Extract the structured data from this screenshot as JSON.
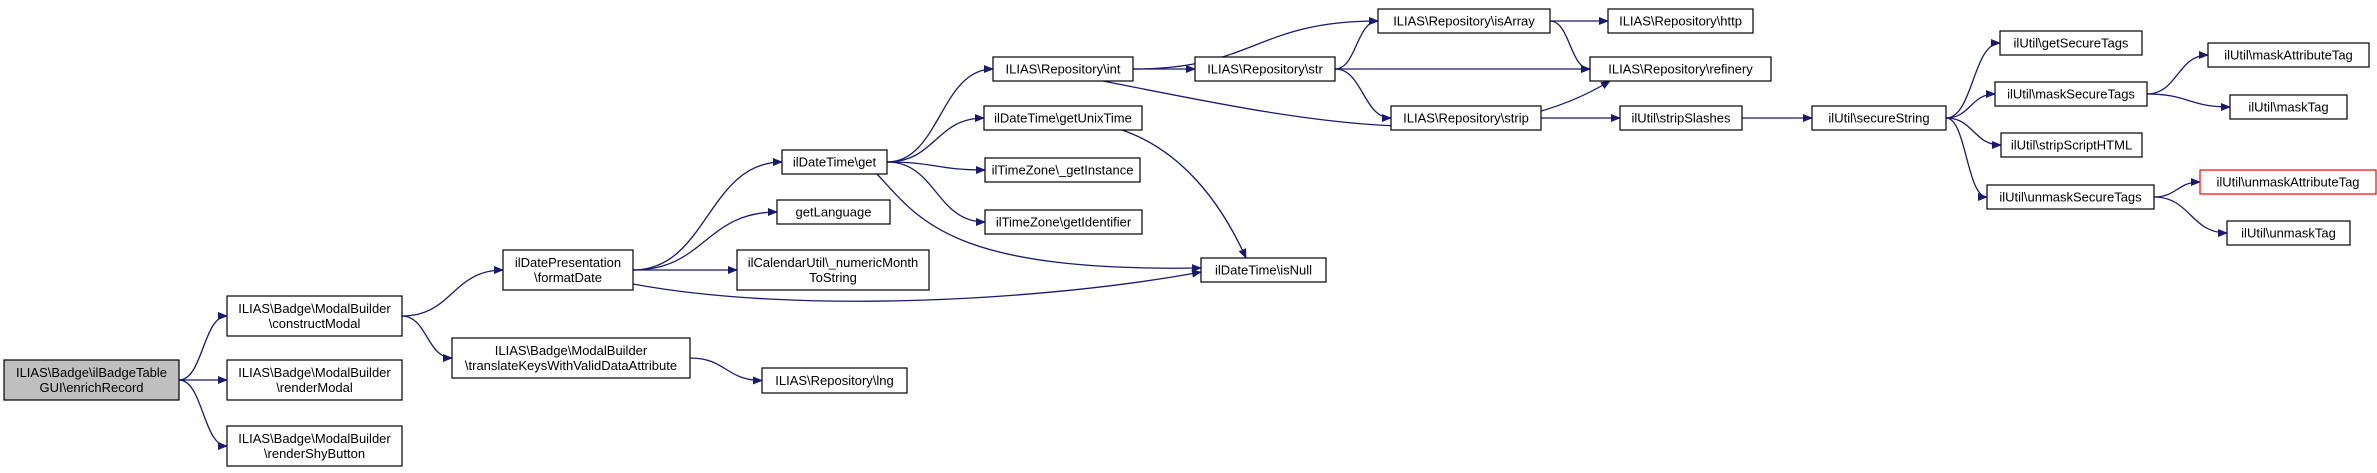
{
  "diagram": {
    "type": "call-graph",
    "colors": {
      "edge": "#191970",
      "root_fill": "#bfbfbf",
      "node_border": "#000000",
      "undocumented_border": "#ff0000",
      "background": "#ffffff"
    },
    "nodes": [
      {
        "id": "root",
        "lines": [
          "ILIAS\\Badge\\ilBadgeTable",
          "GUI\\enrichRecord"
        ],
        "kind": "root"
      },
      {
        "id": "constructModal",
        "lines": [
          "ILIAS\\Badge\\ModalBuilder",
          "\\constructModal"
        ]
      },
      {
        "id": "renderModal",
        "lines": [
          "ILIAS\\Badge\\ModalBuilder",
          "\\renderModal"
        ]
      },
      {
        "id": "renderShyButton",
        "lines": [
          "ILIAS\\Badge\\ModalBuilder",
          "\\renderShyButton"
        ]
      },
      {
        "id": "formatDate",
        "lines": [
          "ilDatePresentation",
          "\\formatDate"
        ]
      },
      {
        "id": "translateKeys",
        "lines": [
          "ILIAS\\Badge\\ModalBuilder",
          "\\translateKeysWithValidDataAttribute"
        ]
      },
      {
        "id": "lng",
        "lines": [
          "ILIAS\\Repository\\lng"
        ]
      },
      {
        "id": "dtGet",
        "lines": [
          "ilDateTime\\get"
        ]
      },
      {
        "id": "getLanguage",
        "lines": [
          "getLanguage"
        ]
      },
      {
        "id": "numericMonth",
        "lines": [
          "ilCalendarUtil\\_numericMonth",
          "ToString"
        ]
      },
      {
        "id": "isNull",
        "lines": [
          "ilDateTime\\isNull"
        ]
      },
      {
        "id": "repoInt",
        "lines": [
          "ILIAS\\Repository\\int"
        ]
      },
      {
        "id": "getUnixTime",
        "lines": [
          "ilDateTime\\getUnixTime"
        ]
      },
      {
        "id": "getInstance",
        "lines": [
          "ilTimeZone\\_getInstance"
        ]
      },
      {
        "id": "getIdentifier",
        "lines": [
          "ilTimeZone\\getIdentifier"
        ]
      },
      {
        "id": "repoStr",
        "lines": [
          "ILIAS\\Repository\\str"
        ]
      },
      {
        "id": "isArray",
        "lines": [
          "ILIAS\\Repository\\isArray"
        ]
      },
      {
        "id": "http",
        "lines": [
          "ILIAS\\Repository\\http"
        ]
      },
      {
        "id": "refinery",
        "lines": [
          "ILIAS\\Repository\\refinery"
        ]
      },
      {
        "id": "strip",
        "lines": [
          "ILIAS\\Repository\\strip"
        ]
      },
      {
        "id": "stripSlashes",
        "lines": [
          "ilUtil\\stripSlashes"
        ]
      },
      {
        "id": "secureString",
        "lines": [
          "ilUtil\\secureString"
        ]
      },
      {
        "id": "getSecureTags",
        "lines": [
          "ilUtil\\getSecureTags"
        ]
      },
      {
        "id": "maskSecureTags",
        "lines": [
          "ilUtil\\maskSecureTags"
        ]
      },
      {
        "id": "stripScriptHTML",
        "lines": [
          "ilUtil\\stripScriptHTML"
        ]
      },
      {
        "id": "unmaskSecureTags",
        "lines": [
          "ilUtil\\unmaskSecureTags"
        ]
      },
      {
        "id": "maskAttributeTag",
        "lines": [
          "ilUtil\\maskAttributeTag"
        ]
      },
      {
        "id": "maskTag",
        "lines": [
          "ilUtil\\maskTag"
        ]
      },
      {
        "id": "unmaskAttributeTag",
        "lines": [
          "ilUtil\\unmaskAttributeTag"
        ],
        "kind": "missing"
      },
      {
        "id": "unmaskTag",
        "lines": [
          "ilUtil\\unmaskTag"
        ]
      }
    ],
    "edges": [
      {
        "from": "root",
        "to": "constructModal"
      },
      {
        "from": "root",
        "to": "renderModal"
      },
      {
        "from": "root",
        "to": "renderShyButton"
      },
      {
        "from": "constructModal",
        "to": "formatDate"
      },
      {
        "from": "constructModal",
        "to": "translateKeys"
      },
      {
        "from": "translateKeys",
        "to": "lng"
      },
      {
        "from": "formatDate",
        "to": "dtGet"
      },
      {
        "from": "formatDate",
        "to": "getLanguage"
      },
      {
        "from": "formatDate",
        "to": "numericMonth"
      },
      {
        "from": "formatDate",
        "to": "isNull"
      },
      {
        "from": "dtGet",
        "to": "repoInt"
      },
      {
        "from": "dtGet",
        "to": "getUnixTime"
      },
      {
        "from": "dtGet",
        "to": "getInstance"
      },
      {
        "from": "dtGet",
        "to": "getIdentifier"
      },
      {
        "from": "dtGet",
        "to": "isNull"
      },
      {
        "from": "getUnixTime",
        "to": "isNull"
      },
      {
        "from": "repoInt",
        "to": "repoStr"
      },
      {
        "from": "repoInt",
        "to": "isArray"
      },
      {
        "from": "repoInt",
        "to": "refinery"
      },
      {
        "from": "repoStr",
        "to": "isArray"
      },
      {
        "from": "repoStr",
        "to": "refinery"
      },
      {
        "from": "repoStr",
        "to": "strip"
      },
      {
        "from": "isArray",
        "to": "http"
      },
      {
        "from": "isArray",
        "to": "refinery"
      },
      {
        "from": "strip",
        "to": "stripSlashes"
      },
      {
        "from": "stripSlashes",
        "to": "secureString"
      },
      {
        "from": "secureString",
        "to": "getSecureTags"
      },
      {
        "from": "secureString",
        "to": "maskSecureTags"
      },
      {
        "from": "secureString",
        "to": "stripScriptHTML"
      },
      {
        "from": "secureString",
        "to": "unmaskSecureTags"
      },
      {
        "from": "maskSecureTags",
        "to": "maskAttributeTag"
      },
      {
        "from": "maskSecureTags",
        "to": "maskTag"
      },
      {
        "from": "unmaskSecureTags",
        "to": "unmaskAttributeTag"
      },
      {
        "from": "unmaskSecureTags",
        "to": "unmaskTag"
      }
    ]
  }
}
